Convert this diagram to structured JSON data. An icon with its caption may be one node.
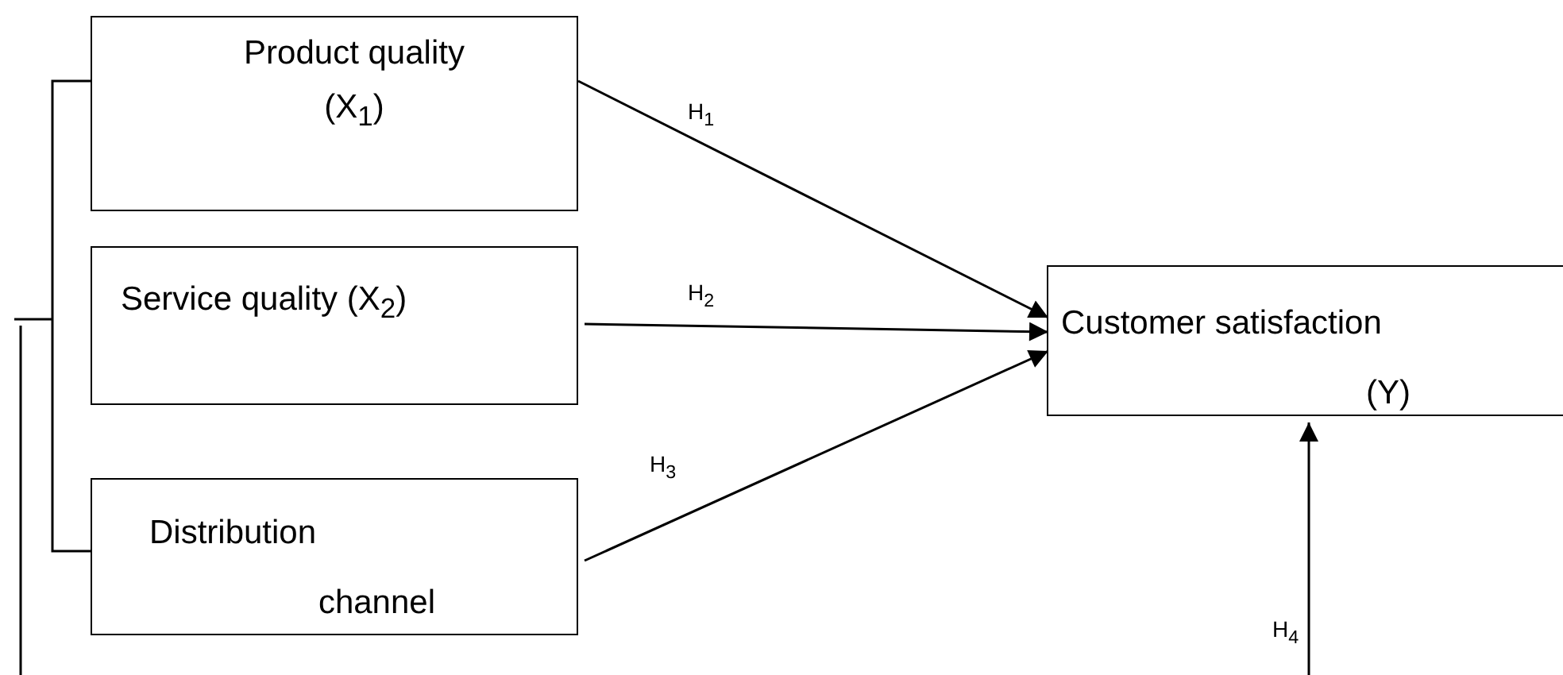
{
  "diagram": {
    "nodes": [
      {
        "text": [
          "Product quality (X$_{1}$)"
        ]
      },
      {
        "text": [
          "Service quality (X$_{2}$)"
        ]
      },
      {
        "text": [
          "Distribution channel"
        ]
      },
      {
        "text": [
          "Customer satisfaction (Y)"
        ]
      }
    ],
    "edges": [
      {
        "from": 0,
        "to": 3,
        "arrow": "to",
        "label": "H$_{1}$"
      },
      {
        "from": 1,
        "to": 3,
        "arrow": "to",
        "label": "H$_{2}$"
      },
      {
        "from": 2,
        "to": 3,
        "arrow": "to",
        "label": "H$_{3}$"
      },
      {
        "from": null,
        "to": 3,
        "arrow": "to",
        "label": "H$_{4}$"
      }
    ]
  }
}
